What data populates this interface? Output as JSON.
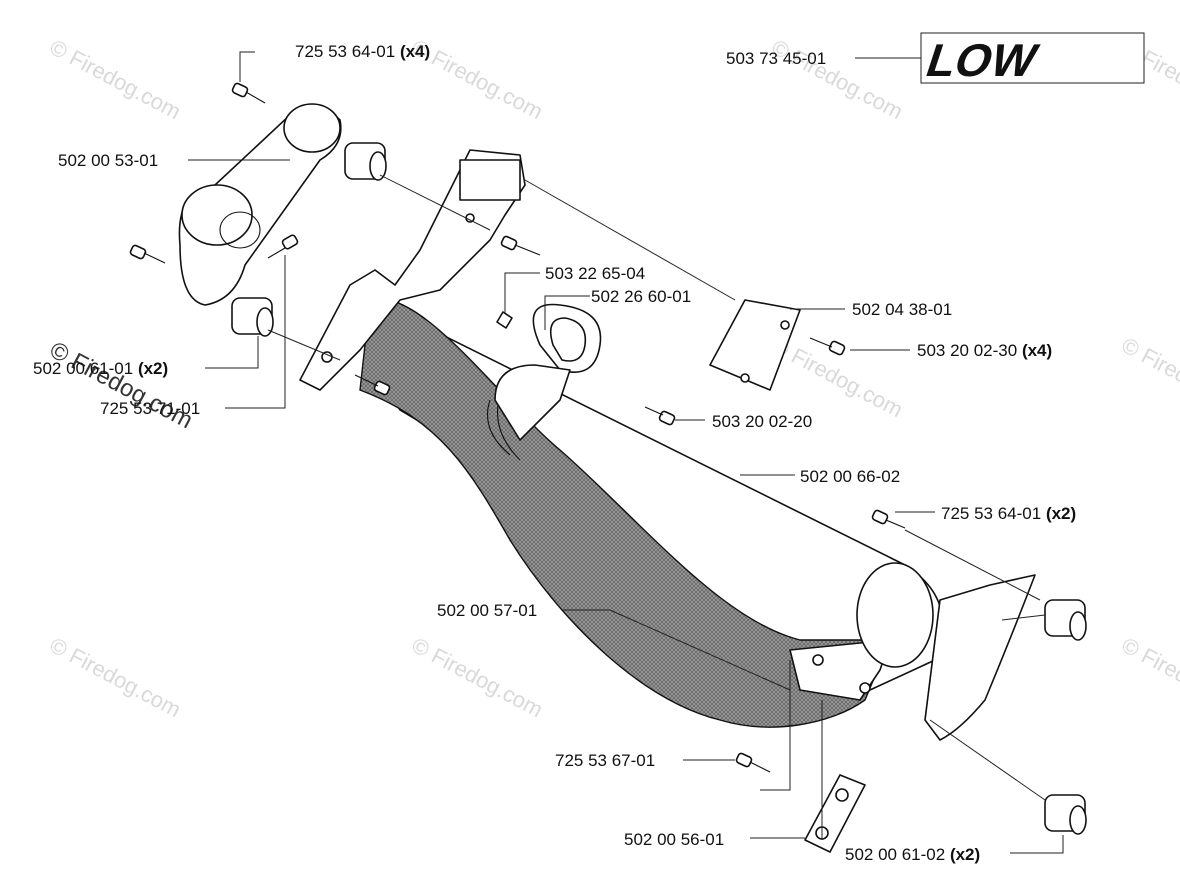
{
  "diagram": {
    "logo_text": "LOW",
    "watermark": "© Firedog.com",
    "labels": [
      {
        "id": "l1",
        "part": "725 53 64-01",
        "qty": "(x4)"
      },
      {
        "id": "l2",
        "part": "503 73 45-01",
        "qty": ""
      },
      {
        "id": "l3",
        "part": "502 00 53-01",
        "qty": ""
      },
      {
        "id": "l4",
        "part": "503 22 65-04",
        "qty": ""
      },
      {
        "id": "l5",
        "part": "502 26 60-01",
        "qty": ""
      },
      {
        "id": "l6",
        "part": "502 04 38-01",
        "qty": ""
      },
      {
        "id": "l7",
        "part": "503 20 02-30",
        "qty": "(x4)"
      },
      {
        "id": "l8",
        "part": "502 00 61-01",
        "qty": "(x2)"
      },
      {
        "id": "l9",
        "part": "725 53 71-01",
        "qty": ""
      },
      {
        "id": "l10",
        "part": "503 20 02-20",
        "qty": ""
      },
      {
        "id": "l11",
        "part": "502 00 66-02",
        "qty": ""
      },
      {
        "id": "l12",
        "part": "725 53 64-01",
        "qty": "(x2)"
      },
      {
        "id": "l13",
        "part": "502 00 57-01",
        "qty": ""
      },
      {
        "id": "l14",
        "part": "725 53 67-01",
        "qty": ""
      },
      {
        "id": "l15",
        "part": "502 00 56-01",
        "qty": ""
      },
      {
        "id": "l16",
        "part": "502 00 61-02",
        "qty": "(x2)"
      }
    ]
  }
}
